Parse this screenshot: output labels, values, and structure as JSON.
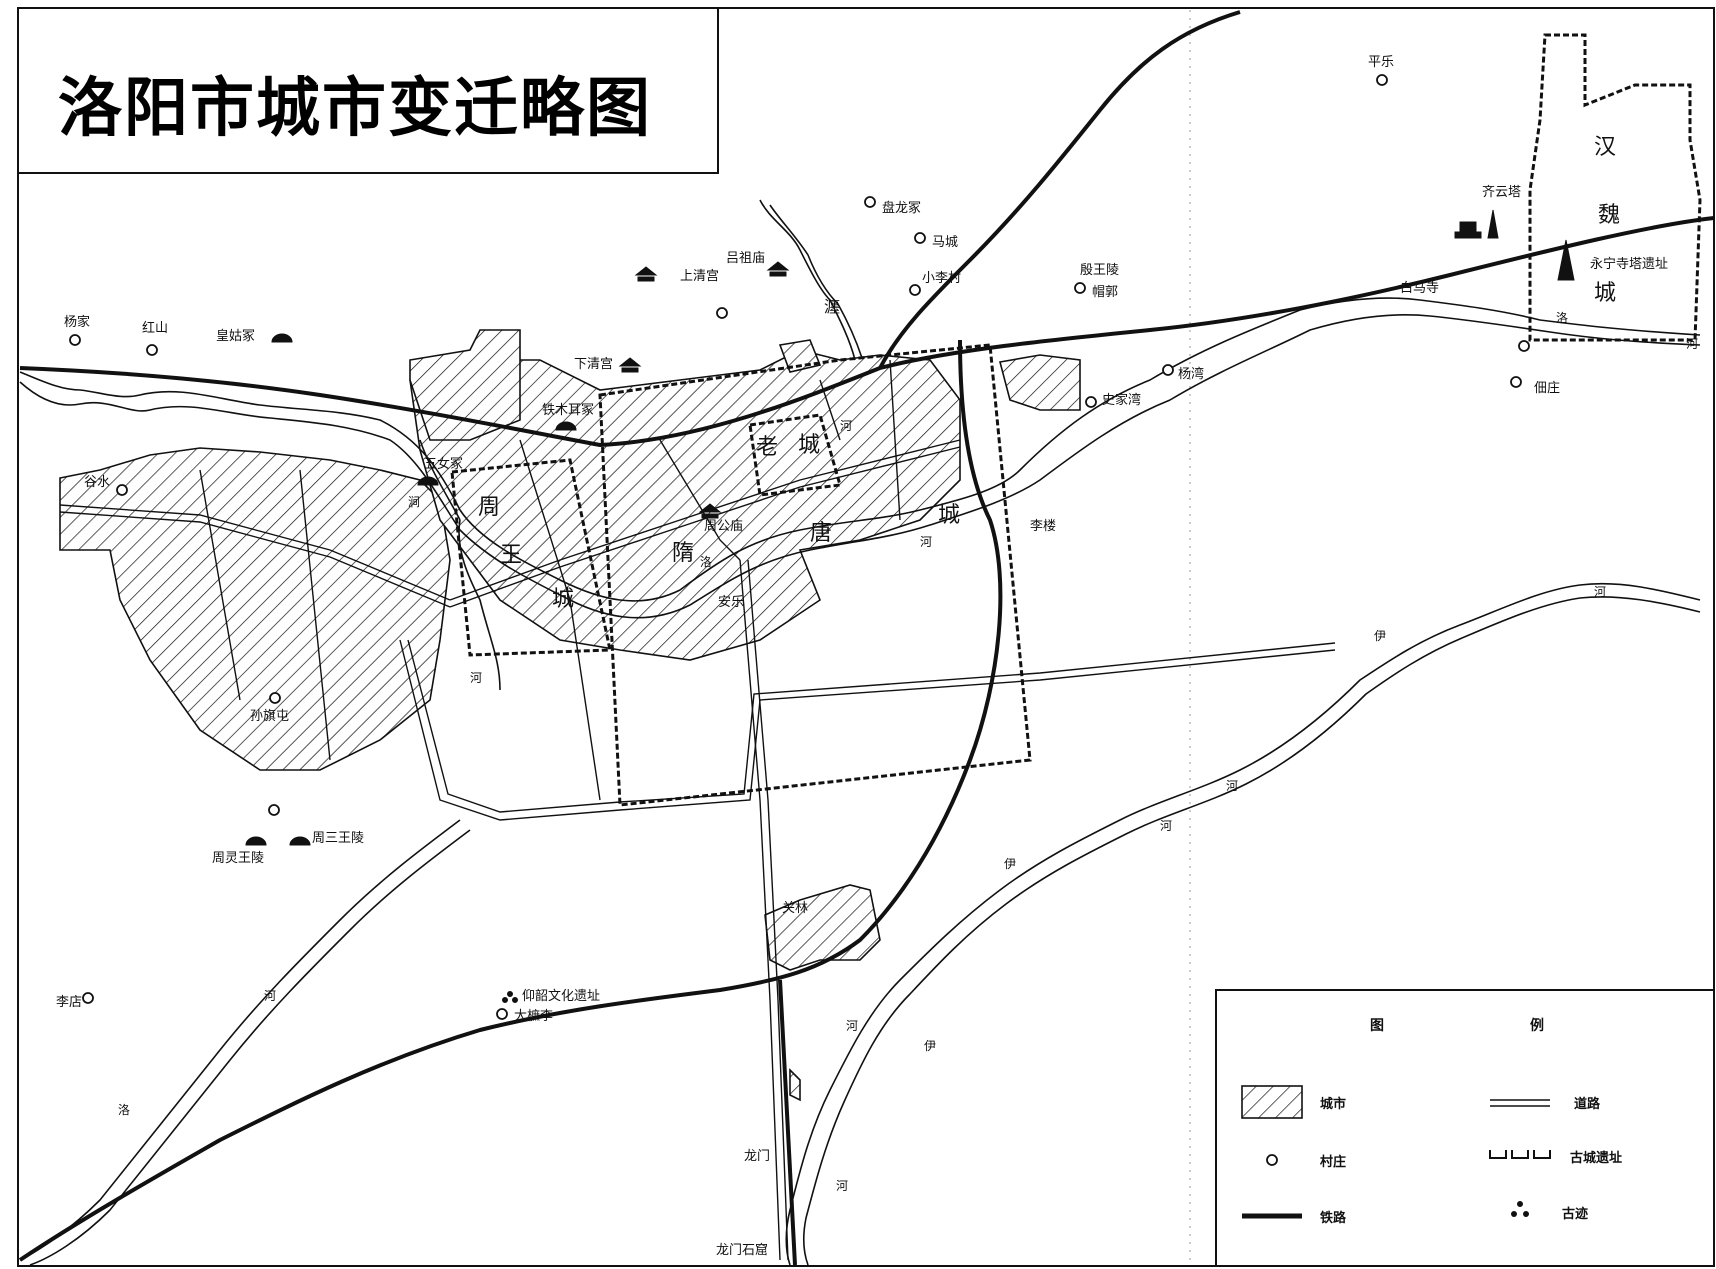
{
  "title": "洛阳市城市变迁略图",
  "colors": {
    "ink": "#111111",
    "paper": "#ffffff"
  },
  "places": {
    "pingle": "平乐",
    "qiyunta": "齐云塔",
    "baimasi": "白马寺",
    "yongningsi": "永宁寺塔遗址",
    "dianzhuang": "佃庄",
    "panlongzhong": "盘龙冢",
    "macheng": "马城",
    "xiaolicun": "小李村",
    "zuciao": "吕祖庙",
    "shangqinggong": "上清宫",
    "yinwangling": "殷王陵",
    "bangguo": "帽郭",
    "yangwan": "杨湾",
    "shijiawan": "史家湾",
    "yangjia": "杨家",
    "hongshan": "红山",
    "huanggu": "皇姑冢",
    "xiaqinggong": "下清宫",
    "tiemuer": "铁木耳冢",
    "wunvzhong": "五女冢",
    "gushui": "谷水",
    "zhougongmiao": "周公庙",
    "anle": "安乐",
    "lilou": "李楼",
    "sunqitun": "孙旗屯",
    "zhoulingwang": "周灵王陵",
    "zhousanwang": "周三王陵",
    "guanlin": "关林",
    "lidian": "李店",
    "yangshao": "仰韶文化遗址",
    "dazhuli": "大樜李",
    "longmen": "龙门",
    "longmenshiku": "龙门石窟"
  },
  "districts": {
    "han": "汉",
    "wei": "魏",
    "hanweicheng": "城",
    "lao": "老",
    "laocheng": "城",
    "zhou": "周",
    "wang": "王",
    "zhoucheng": "城",
    "sui": "隋",
    "tang": "唐",
    "suitangcheng": "城"
  },
  "rivers": {
    "chan": "瀍",
    "jian1": "涧",
    "jian2": "河",
    "luo_city": "洛",
    "luo_he1": "河",
    "luo_he2": "河",
    "luo_he3": "河",
    "luo_east": "洛",
    "luo_east_he": "河",
    "luo_sw1": "河",
    "luo_sw2": "洛",
    "yi1": "伊",
    "yi2": "伊",
    "yi3": "伊",
    "yi_he1": "河",
    "yi_he2": "河",
    "yi_he3": "河",
    "yi_he4": "河"
  },
  "legend": {
    "head_left": "图",
    "head_right": "例",
    "city": "城市",
    "road": "道路",
    "village": "村庄",
    "ancient_wall": "古城遗址",
    "railway": "铁路",
    "relic": "古迹"
  }
}
